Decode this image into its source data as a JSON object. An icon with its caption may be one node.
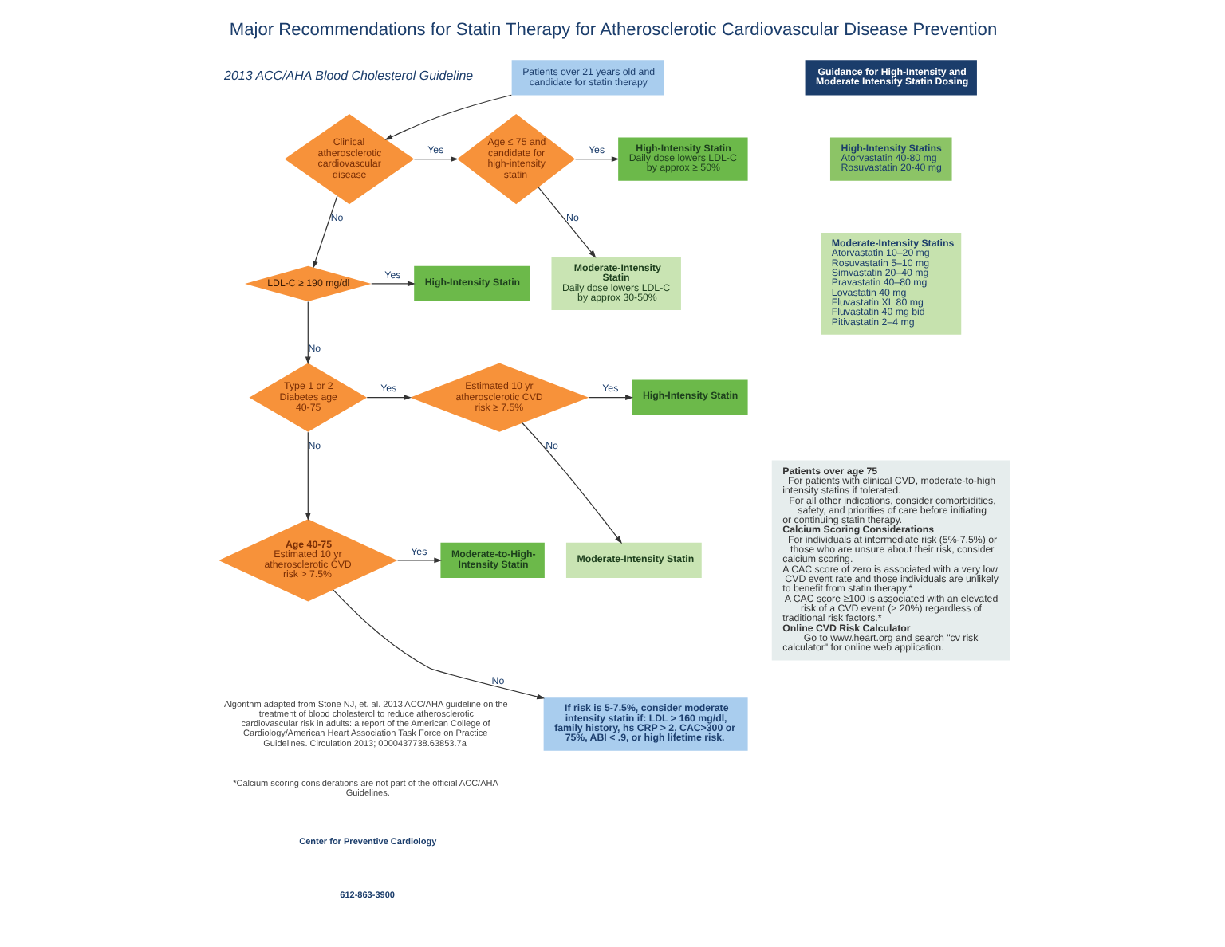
{
  "diagram": {
    "title": "Major Recommendations for Statin Therapy for Atherosclerotic Cardiovascular Disease Prevention",
    "nodes": [
      {
        "text": [
          "Patients over 21 years old and candidate for statin therapy"
        ]
      },
      {
        "text": [
          "Clinical atherosclerotic cardiovascular disease"
        ]
      },
      {
        "text": [
          "Age ≤ 75 and candidate for high-intensity statin"
        ]
      },
      {
        "text": [
          "High-Intensity Statin",
          "Daily dose lowers LDL-C by approx ≥ 50%"
        ]
      },
      {
        "text": [
          "Moderate-Intensity Statin",
          "Daily dose lowers LDL-C by approx 30-50%"
        ]
      },
      {
        "text": [
          "LDL-C ≥ 190 mg/dl"
        ]
      },
      {
        "text": [
          "High-Intensity Statin"
        ]
      },
      {
        "text": [
          "Type 1 or 2 Diabetes age 40-75"
        ]
      },
      {
        "text": [
          "Estimated 10 yr atherosclerotic CVD risk ≥ 7.5%"
        ]
      },
      {
        "text": [
          "High-Intensity Statin"
        ]
      },
      {
        "text": [
          "Moderate-Intensity Statin"
        ]
      },
      {
        "text": [
          "Age 40-75",
          "Estimated 10 yr atherosclerotic CVD risk > 7.5%"
        ]
      },
      {
        "text": [
          "Moderate-to-High-Intensity Statin"
        ]
      },
      {
        "text": [
          "If risk is 5-7.5%, consider moderate intensity statin if: LDL > 160 mg/dl, family history, hs CRP > 2, CAC>300 or 75%, ABI < .9, or high lifetime risk."
        ]
      },
      {
        "text": [
          "Guidance for High-Intensity and Moderate Intensity Statin Dosing"
        ]
      },
      {
        "text": [
          "High-Intensity Statins",
          "Atorvastatin 40-80 mg",
          "Rosuvastatin 20-40 mg"
        ]
      },
      {
        "text": [
          "Moderate-Intensity Statins",
          "Atorvastatin 10–20 mg",
          "Rosuvastatin 5–10 mg",
          "Simvastatin 20–40 mg",
          "Pravastatin 40–80 mg",
          "Lovastatin 40 mg",
          "Fluvastatin XL 80 mg",
          "Fluvastatin 40 mg bid",
          "Pitivastatin 2–4 mg"
        ]
      },
      {
        "text": [
          "Patients over age 75",
          "For patients with clinical CVD, moderate-to-high intensity statins if tolerated.",
          "For all other indications, consider comorbidities, safety, and priorities of care before initiating or continuing statin therapy.",
          "Calcium Scoring Considerations",
          "For individuals at intermediate risk (5%-7.5%) or those who are unsure about their risk, consider calcium scoring.",
          "A CAC score of zero is associated with a very low CVD event rate and those individuals are unlikely to benefit from statin therapy.*",
          "A CAC score ≥100 is associated with an elevated risk of a CVD event (> 20%) regardless of traditional risk factors.*",
          "Online CVD Risk Calculator",
          "Go to www.heart.org and search \"cv risk calculator\" for online web application."
        ]
      }
    ],
    "edges": [
      {
        "from": 0,
        "to": 1,
        "arrow": "to"
      },
      {
        "from": 1,
        "to": 2,
        "arrow": "to",
        "label": "Yes"
      },
      {
        "from": 1,
        "to": 5,
        "arrow": "to",
        "label": "No"
      },
      {
        "from": 2,
        "to": 3,
        "arrow": "to",
        "label": "Yes"
      },
      {
        "from": 2,
        "to": 4,
        "arrow": "to",
        "label": "No"
      },
      {
        "from": 5,
        "to": 6,
        "arrow": "to",
        "label": "Yes"
      },
      {
        "from": 5,
        "to": 7,
        "arrow": "to",
        "label": "No"
      },
      {
        "from": 7,
        "to": 8,
        "arrow": "to",
        "label": "Yes"
      },
      {
        "from": 7,
        "to": 11,
        "arrow": "to",
        "label": "No"
      },
      {
        "from": 8,
        "to": 9,
        "arrow": "to",
        "label": "Yes"
      },
      {
        "from": 8,
        "to": 10,
        "arrow": "to",
        "label": "No"
      },
      {
        "from": 11,
        "to": 12,
        "arrow": "to",
        "label": "Yes"
      },
      {
        "from": 11,
        "to": 13,
        "arrow": "to",
        "label": "No"
      }
    ],
    "labels": [
      "2013 ACC/AHA Blood Cholesterol Guideline",
      "Algorithm adapted from Stone NJ, et. al. 2013 ACC/AHA guideline on the treatment of blood cholesterol to reduce atherosclerotic cardiovascular risk in adults: a report of the American College of Cardiology/American Heart Association Task Force on Practice Guidelines. Circulation 2013; 0000437738.63853.7a",
      "*Calcium scoring considerations are not part of the official ACC/AHA Guidelines.",
      "Center for Preventive Cardiology",
      "612-863-3900"
    ]
  }
}
